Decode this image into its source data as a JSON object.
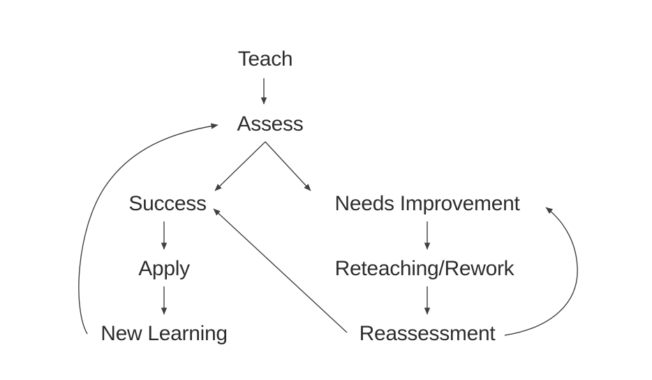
{
  "diagram": {
    "title": "Teach-Assess feedback loop flowchart",
    "background_color": "#ffffff",
    "text_color": "#2d2d2d",
    "line_color": "#404040",
    "nodes": {
      "teach": {
        "label": "Teach"
      },
      "assess": {
        "label": "Assess"
      },
      "success": {
        "label": "Success"
      },
      "needs_improvement": {
        "label": "Needs Improvement"
      },
      "apply": {
        "label": "Apply"
      },
      "reteaching": {
        "label": "Reteaching/Rework"
      },
      "new_learning": {
        "label": "New Learning"
      },
      "reassessment": {
        "label": "Reassessment"
      }
    },
    "edges": [
      {
        "from": "Teach",
        "to": "Assess",
        "style": "straight-vertical"
      },
      {
        "from": "Assess",
        "to": "Success",
        "style": "straight-diagonal"
      },
      {
        "from": "Assess",
        "to": "Needs Improvement",
        "style": "straight-diagonal"
      },
      {
        "from": "Success",
        "to": "Apply",
        "style": "straight-vertical"
      },
      {
        "from": "Apply",
        "to": "New Learning",
        "style": "straight-vertical"
      },
      {
        "from": "Needs Improvement",
        "to": "Reteaching/Rework",
        "style": "straight-vertical"
      },
      {
        "from": "Reteaching/Rework",
        "to": "Reassessment",
        "style": "straight-vertical"
      },
      {
        "from": "Reassessment",
        "to": "Success",
        "style": "straight-diagonal"
      },
      {
        "from": "New Learning",
        "to": "Assess",
        "style": "curved-left"
      },
      {
        "from": "Reassessment",
        "to": "Needs Improvement",
        "style": "curved-right"
      }
    ]
  }
}
